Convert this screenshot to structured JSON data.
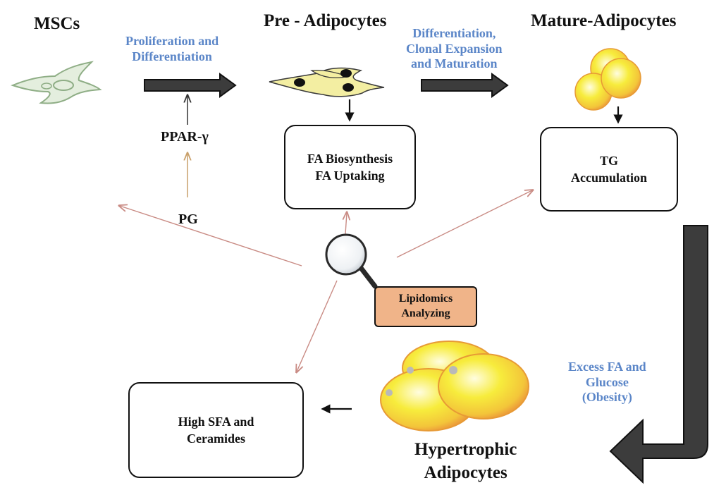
{
  "stages": {
    "mscs": "MSCs",
    "pre_adipocytes": "Pre - Adipocytes",
    "mature_adipocytes": "Mature-Adipocytes",
    "hypertrophic": [
      "Hypertrophic",
      "Adipocytes"
    ]
  },
  "processes": {
    "proliferation": [
      "Proliferation and",
      "Differentiation"
    ],
    "differentiation": [
      "Differentiation,",
      "Clonal Expansion",
      "and  Maturation"
    ],
    "excess": [
      "Excess FA  and",
      "Glucose",
      "(Obesity)"
    ]
  },
  "molecules": {
    "ppar": "PPAR-γ",
    "pg": "PG"
  },
  "boxes": {
    "fa": [
      "FA Biosynthesis",
      "FA Uptaking"
    ],
    "tg": [
      "TG",
      "Accumulation"
    ],
    "sfa": [
      "High SFA and",
      "Ceramides"
    ]
  },
  "lipidomics": [
    "Lipidomics",
    "Analyzing"
  ],
  "colors": {
    "process_text": "#5b86c8",
    "lipidomics_fill": "#f0b489",
    "big_arrow": "#3c3c3c",
    "lens_arrows": "#c98b84"
  }
}
